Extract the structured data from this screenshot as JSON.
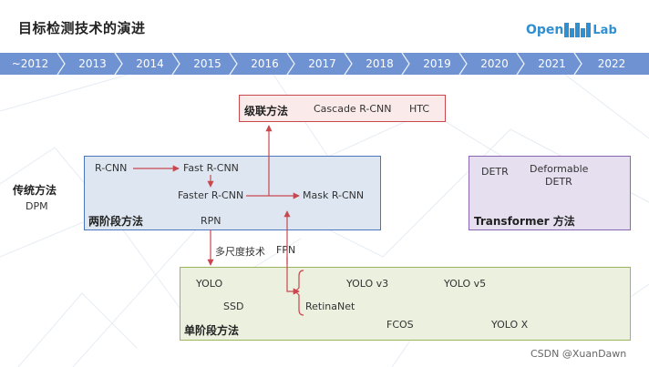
{
  "header": {
    "title": "目标检测技术的演进",
    "logo_parts": [
      "Open",
      "Lab"
    ]
  },
  "timeline": {
    "years": [
      "~2012",
      "2013",
      "2014",
      "2015",
      "2016",
      "2017",
      "2018",
      "2019",
      "2020",
      "2021",
      "2022"
    ]
  },
  "traditional": {
    "title": "传统方法",
    "item": "DPM"
  },
  "multi_stage": {
    "title": "级联方法",
    "items": [
      "Cascade R-CNN",
      "HTC"
    ]
  },
  "two_stage": {
    "title": "两阶段方法",
    "items": [
      "R-CNN",
      "Fast R-CNN",
      "Faster R-CNN",
      "Mask R-CNN",
      "RPN"
    ]
  },
  "transformer": {
    "title": "Transformer 方法",
    "items": [
      "DETR",
      "Deformable",
      "DETR"
    ]
  },
  "one_stage": {
    "title": "单阶段方法",
    "items": [
      "YOLO",
      "SSD",
      "RetinaNet",
      "YOLO v3",
      "YOLO v5",
      "FCOS",
      "YOLO X"
    ]
  },
  "connectors": {
    "multiscale": "多尺度技术",
    "fpn": "FPN"
  },
  "watermark": "CSDN @XuanDawn"
}
